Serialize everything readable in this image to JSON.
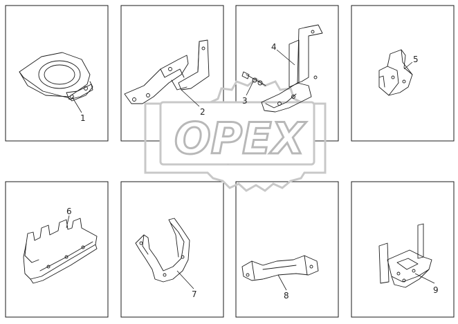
{
  "watermark": {
    "text": "OPEX"
  },
  "panels": [
    {
      "label": "1"
    },
    {
      "label": "2"
    },
    {
      "label": "3"
    },
    {
      "label": "4"
    },
    {
      "label": "5"
    },
    {
      "label": "6"
    },
    {
      "label": "7"
    },
    {
      "label": "8"
    },
    {
      "label": "9"
    }
  ]
}
